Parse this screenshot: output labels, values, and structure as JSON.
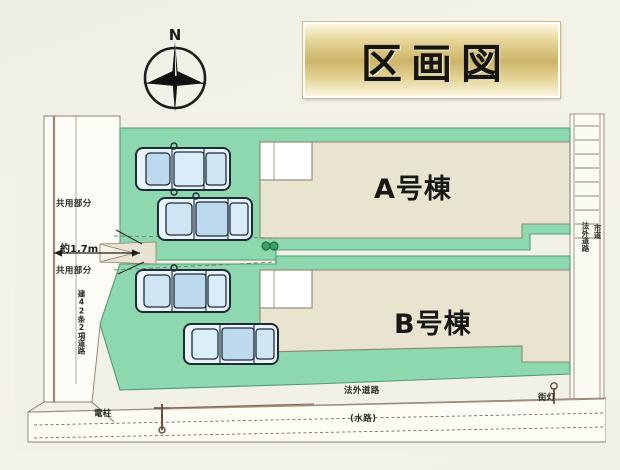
{
  "document": {
    "title": "区画図",
    "type": "site-plan"
  },
  "compass": {
    "north_label": "N",
    "icon": "compass-rose-icon"
  },
  "plots": [
    {
      "id": "A",
      "label": "A号棟",
      "parking_spaces": 2
    },
    {
      "id": "B",
      "label": "B号棟",
      "parking_spaces": 2
    }
  ],
  "annotations": {
    "shared_portion_upper": "共用部分",
    "shared_portion_lower": "共用部分",
    "width_dimension": "約1.7m",
    "west_road": "建42条2項道路",
    "east_road_line1": "法外道路",
    "east_road_line2": "市道",
    "south_road_line1": "法外道路",
    "south_road_line2": "(水路)",
    "utility_pole": "電柱",
    "street_light": "街灯"
  },
  "colors": {
    "banner_gold": "#cdb468",
    "plot_green": "#8fd9b0",
    "building_beige": "#e9e4cf",
    "road_white": "#fbfaf4",
    "car_blue": "#bcd9ee",
    "ink": "#20201c"
  },
  "legend_icons": {
    "car": "car-top-view-icon",
    "pole": "utility-pole-icon",
    "light": "street-light-icon",
    "meter": "green-marker-icon"
  }
}
